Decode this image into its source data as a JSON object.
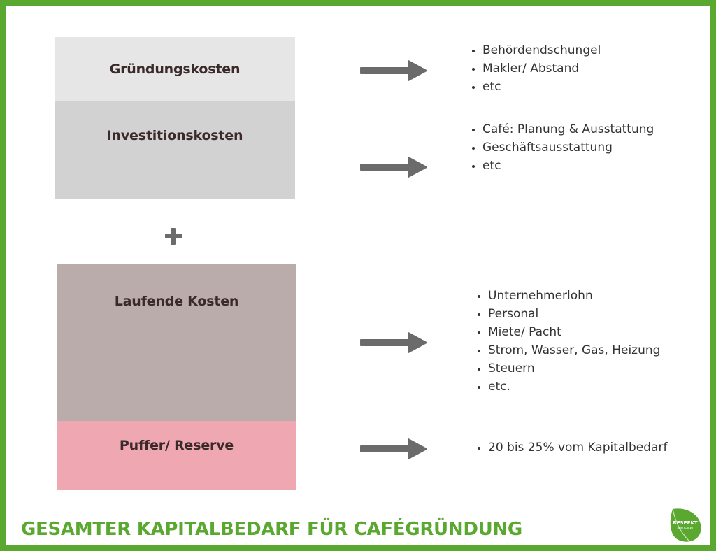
{
  "colors": {
    "frame": "#5aa830",
    "box_gruendung": "#e6e6e6",
    "box_investition": "#d2d2d2",
    "box_laufend": "#b9acab",
    "box_puffer": "#efa8b2",
    "arrow": "#6b6b6b",
    "title": "#5aa830"
  },
  "icons": {
    "plus": "plus-icon",
    "arrow": "arrow-right-icon",
    "logo": "respekt-leaf-logo"
  },
  "boxes": [
    {
      "label": "Gründungskosten"
    },
    {
      "label": "Investitionskosten"
    },
    {
      "label": "Laufende Kosten"
    },
    {
      "label": "Puffer/ Reserve"
    }
  ],
  "lists": [
    {
      "items": [
        "Behördendschungel",
        "Makler/ Abstand",
        "etc"
      ]
    },
    {
      "items": [
        "Café: Planung & Ausstattung",
        "Geschäftsausstattung",
        "etc"
      ]
    },
    {
      "items": [
        "Unternehmerlohn",
        "Personal",
        "Miete/ Pacht",
        "Strom, Wasser, Gas, Heizung",
        "Steuern",
        "etc."
      ]
    },
    {
      "items": [
        "20 bis 25% vom Kapitalbedarf"
      ]
    }
  ],
  "footer": {
    "title": "GESAMTER KAPITALBEDARF FÜR CAFÉGRÜNDUNG"
  },
  "logo": {
    "name": "RESPEKT",
    "tagline": "MINDSPEKT"
  }
}
